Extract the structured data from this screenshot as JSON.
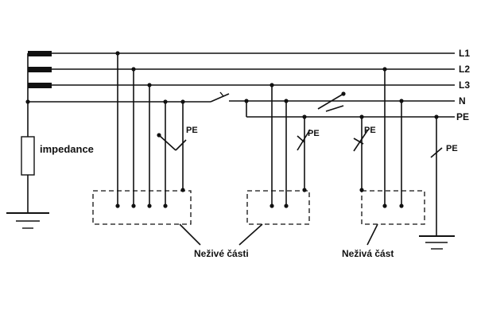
{
  "diagram": {
    "conductors": {
      "l1": "L1",
      "l2": "L2",
      "l3": "L3",
      "n": "N",
      "pe": "PE"
    },
    "impedance_label": "impedance",
    "pe_labels": [
      "PE",
      "PE",
      "PE",
      "PE"
    ],
    "group_labels": {
      "first": "Neživé části",
      "second": "Neživá část"
    },
    "colors": {
      "line": "#111111",
      "background": "#ffffff"
    }
  }
}
